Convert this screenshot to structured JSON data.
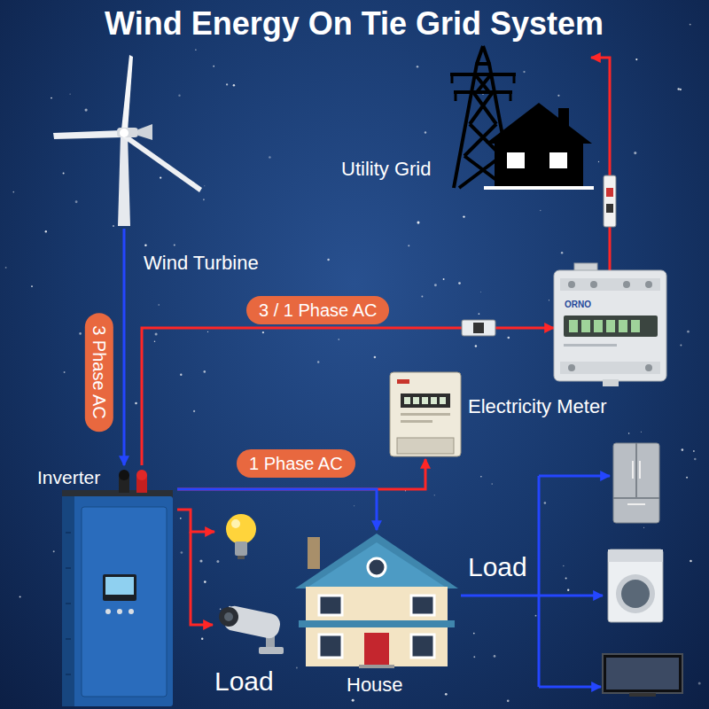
{
  "diagram": {
    "title": "Wind Energy On Tie Grid System",
    "nodes": [
      {
        "text": [
          "Wind Turbine"
        ]
      },
      {
        "text": [
          "Utility Grid"
        ]
      },
      {
        "text": [
          "ORNO"
        ]
      },
      {
        "text": [
          "Electricity Meter"
        ]
      },
      {
        "text": [
          "Inverter"
        ]
      },
      {
        "text": [
          "Load"
        ]
      },
      {
        "text": [
          "House"
        ]
      },
      {
        "text": [
          "Load"
        ]
      }
    ],
    "edges": [
      {
        "from": 0,
        "to": 4,
        "arrow": "to",
        "label": "3 Phase AC"
      },
      {
        "from": 4,
        "to": 2,
        "arrow": "to",
        "label": "3 / 1 Phase AC"
      },
      {
        "from": 2,
        "to": 1,
        "arrow": "to"
      },
      {
        "from": 4,
        "to": 6,
        "arrow": "to",
        "label": "1 Phase AC"
      },
      {
        "from": 4,
        "to": 3,
        "arrow": "to"
      },
      {
        "from": 4,
        "to": 5,
        "arrow": "to"
      },
      {
        "from": 6,
        "to": 7,
        "arrow": "to"
      }
    ]
  }
}
